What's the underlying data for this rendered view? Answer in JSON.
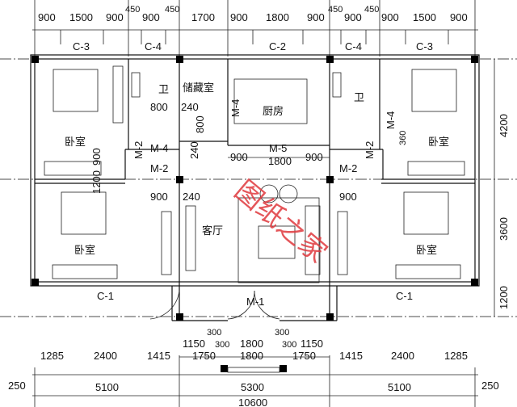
{
  "top_dims": [
    "900",
    "1500",
    "900",
    "450",
    "900",
    "450",
    "1700",
    "900",
    "1800",
    "900",
    "450",
    "900",
    "450",
    "900",
    "1500",
    "900"
  ],
  "windows": {
    "c3": "C-3",
    "c4": "C-4",
    "c2": "C-2",
    "c1": "C-1"
  },
  "rooms": {
    "bedroom": "卧室",
    "bath": "卫",
    "storage": "储藏室",
    "kitchen": "厨房",
    "living": "客厅"
  },
  "doors": {
    "m1": "M-1",
    "m2": "M-2",
    "m4": "M-4",
    "m5": "M-5"
  },
  "inner_dims": {
    "d800": "800",
    "d240": "240",
    "d900": "900",
    "d1800": "1800",
    "d1200": "1200",
    "d360": "360"
  },
  "right_dims": [
    "4200",
    "3600",
    "1200"
  ],
  "step_dims": [
    "1150",
    "300",
    "300",
    "1800",
    "300",
    "300",
    "1150"
  ],
  "bottom_dims_row1": [
    "1285",
    "2400",
    "1415",
    "1750",
    "1800",
    "1750",
    "1415",
    "2400",
    "1285"
  ],
  "bottom_dims_row2": [
    "250",
    "5100",
    "5300",
    "5100",
    "250"
  ],
  "total_dim": "10600",
  "watermark": "图纸之家"
}
